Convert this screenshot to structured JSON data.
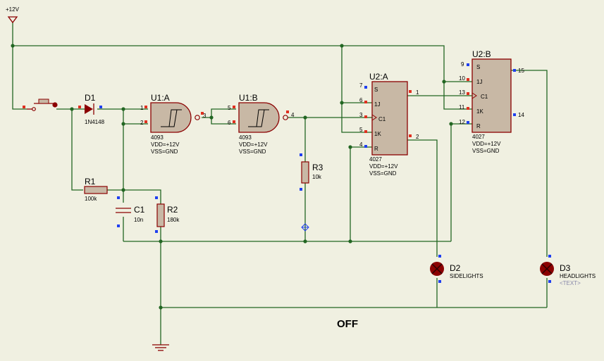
{
  "power": {
    "vcc_label": "+12V"
  },
  "diode1": {
    "ref": "D1",
    "value": "1N4148"
  },
  "gate1": {
    "ref": "U1:A",
    "type": "4093",
    "vdd": "VDD=+12V",
    "vss": "VSS=GND",
    "pins": [
      "1",
      "2",
      "3"
    ]
  },
  "gate2": {
    "ref": "U1:B",
    "type": "4093",
    "vdd": "VDD=+12V",
    "vss": "VSS=GND",
    "pins": [
      "5",
      "6",
      "4"
    ]
  },
  "r1": {
    "ref": "R1",
    "value": "100k"
  },
  "r2": {
    "ref": "R2",
    "value": "180k"
  },
  "r3": {
    "ref": "R3",
    "value": "10k"
  },
  "c1": {
    "ref": "C1",
    "value": "10n"
  },
  "flipflop_a": {
    "ref": "U2:A",
    "type": "4027",
    "vdd": "VDD=+12V",
    "vss": "VSS=GND",
    "left_pins": [
      {
        "num": "7",
        "name": "S"
      },
      {
        "num": "6",
        "name": "1J"
      },
      {
        "num": "3",
        "name": "C1"
      },
      {
        "num": "5",
        "name": "1K"
      },
      {
        "num": "4",
        "name": "R"
      }
    ],
    "right_pins": [
      "1",
      "2"
    ]
  },
  "flipflop_b": {
    "ref": "U2:B",
    "type": "4027",
    "vdd": "VDD=+12V",
    "vss": "VSS=GND",
    "left_pins": [
      {
        "num": "9",
        "name": "S"
      },
      {
        "num": "10",
        "name": "1J"
      },
      {
        "num": "13",
        "name": "C1"
      },
      {
        "num": "11",
        "name": "1K"
      },
      {
        "num": "12",
        "name": "R"
      }
    ],
    "right_pins": [
      "15",
      "14"
    ]
  },
  "d2": {
    "ref": "D2",
    "value": "SIDELIGHTS"
  },
  "d3": {
    "ref": "D3",
    "value": "HEADLIGHTS",
    "extra": "<TEXT>"
  },
  "status": "OFF",
  "colors": {
    "background": "#f0f0e1",
    "wire": "#226622",
    "component": "#8b0000",
    "chip_fill": "#c8b8a5",
    "pin_marker_blue": "#1f3ff0",
    "pin_marker_red": "#e03020"
  }
}
